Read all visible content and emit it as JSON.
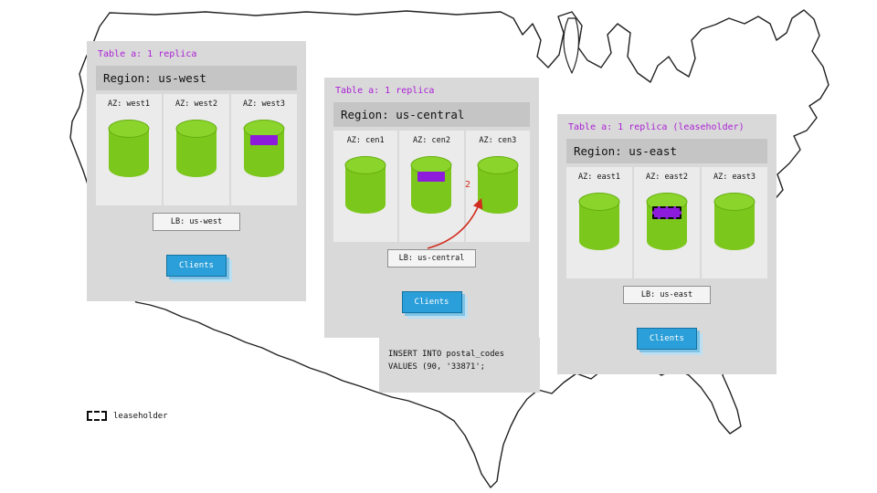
{
  "map": {
    "name": "united-states-outline"
  },
  "panels": [
    {
      "title": "Table a: 1 replica",
      "region_label": "Region: us-west",
      "azs": [
        {
          "label": "AZ: west1",
          "replica": false,
          "leaseholder": false
        },
        {
          "label": "AZ: west2",
          "replica": false,
          "leaseholder": false
        },
        {
          "label": "AZ: west3",
          "replica": true,
          "leaseholder": false
        }
      ],
      "lb_label": "LB: us-west",
      "clients_label": "Clients"
    },
    {
      "title": "Table a: 1 replica",
      "region_label": "Region: us-central",
      "azs": [
        {
          "label": "AZ: cen1",
          "replica": false,
          "leaseholder": false
        },
        {
          "label": "AZ: cen2",
          "replica": true,
          "leaseholder": false
        },
        {
          "label": "AZ: cen3",
          "replica": false,
          "leaseholder": false
        }
      ],
      "lb_label": "LB: us-central",
      "clients_label": "Clients",
      "arrow_label": "2"
    },
    {
      "title": "Table a: 1 replica (leaseholder)",
      "region_label": "Region: us-east",
      "azs": [
        {
          "label": "AZ: east1",
          "replica": false,
          "leaseholder": false
        },
        {
          "label": "AZ: east2",
          "replica": true,
          "leaseholder": true
        },
        {
          "label": "AZ: east3",
          "replica": false,
          "leaseholder": false
        }
      ],
      "lb_label": "LB: us-east",
      "clients_label": "Clients"
    }
  ],
  "sql_note": {
    "line1": "INSERT INTO postal_codes",
    "line2": "VALUES (90, '33871';"
  },
  "legend": {
    "label": "leaseholder"
  },
  "colors": {
    "replica_purple": "#8d1bdc",
    "title_purple": "#ab1fd6",
    "cylinder_green": "#7cc71c",
    "clients_blue": "#2b9fd9",
    "arrow_red": "#d22b1f",
    "panel_gray": "#d9d9d9"
  }
}
